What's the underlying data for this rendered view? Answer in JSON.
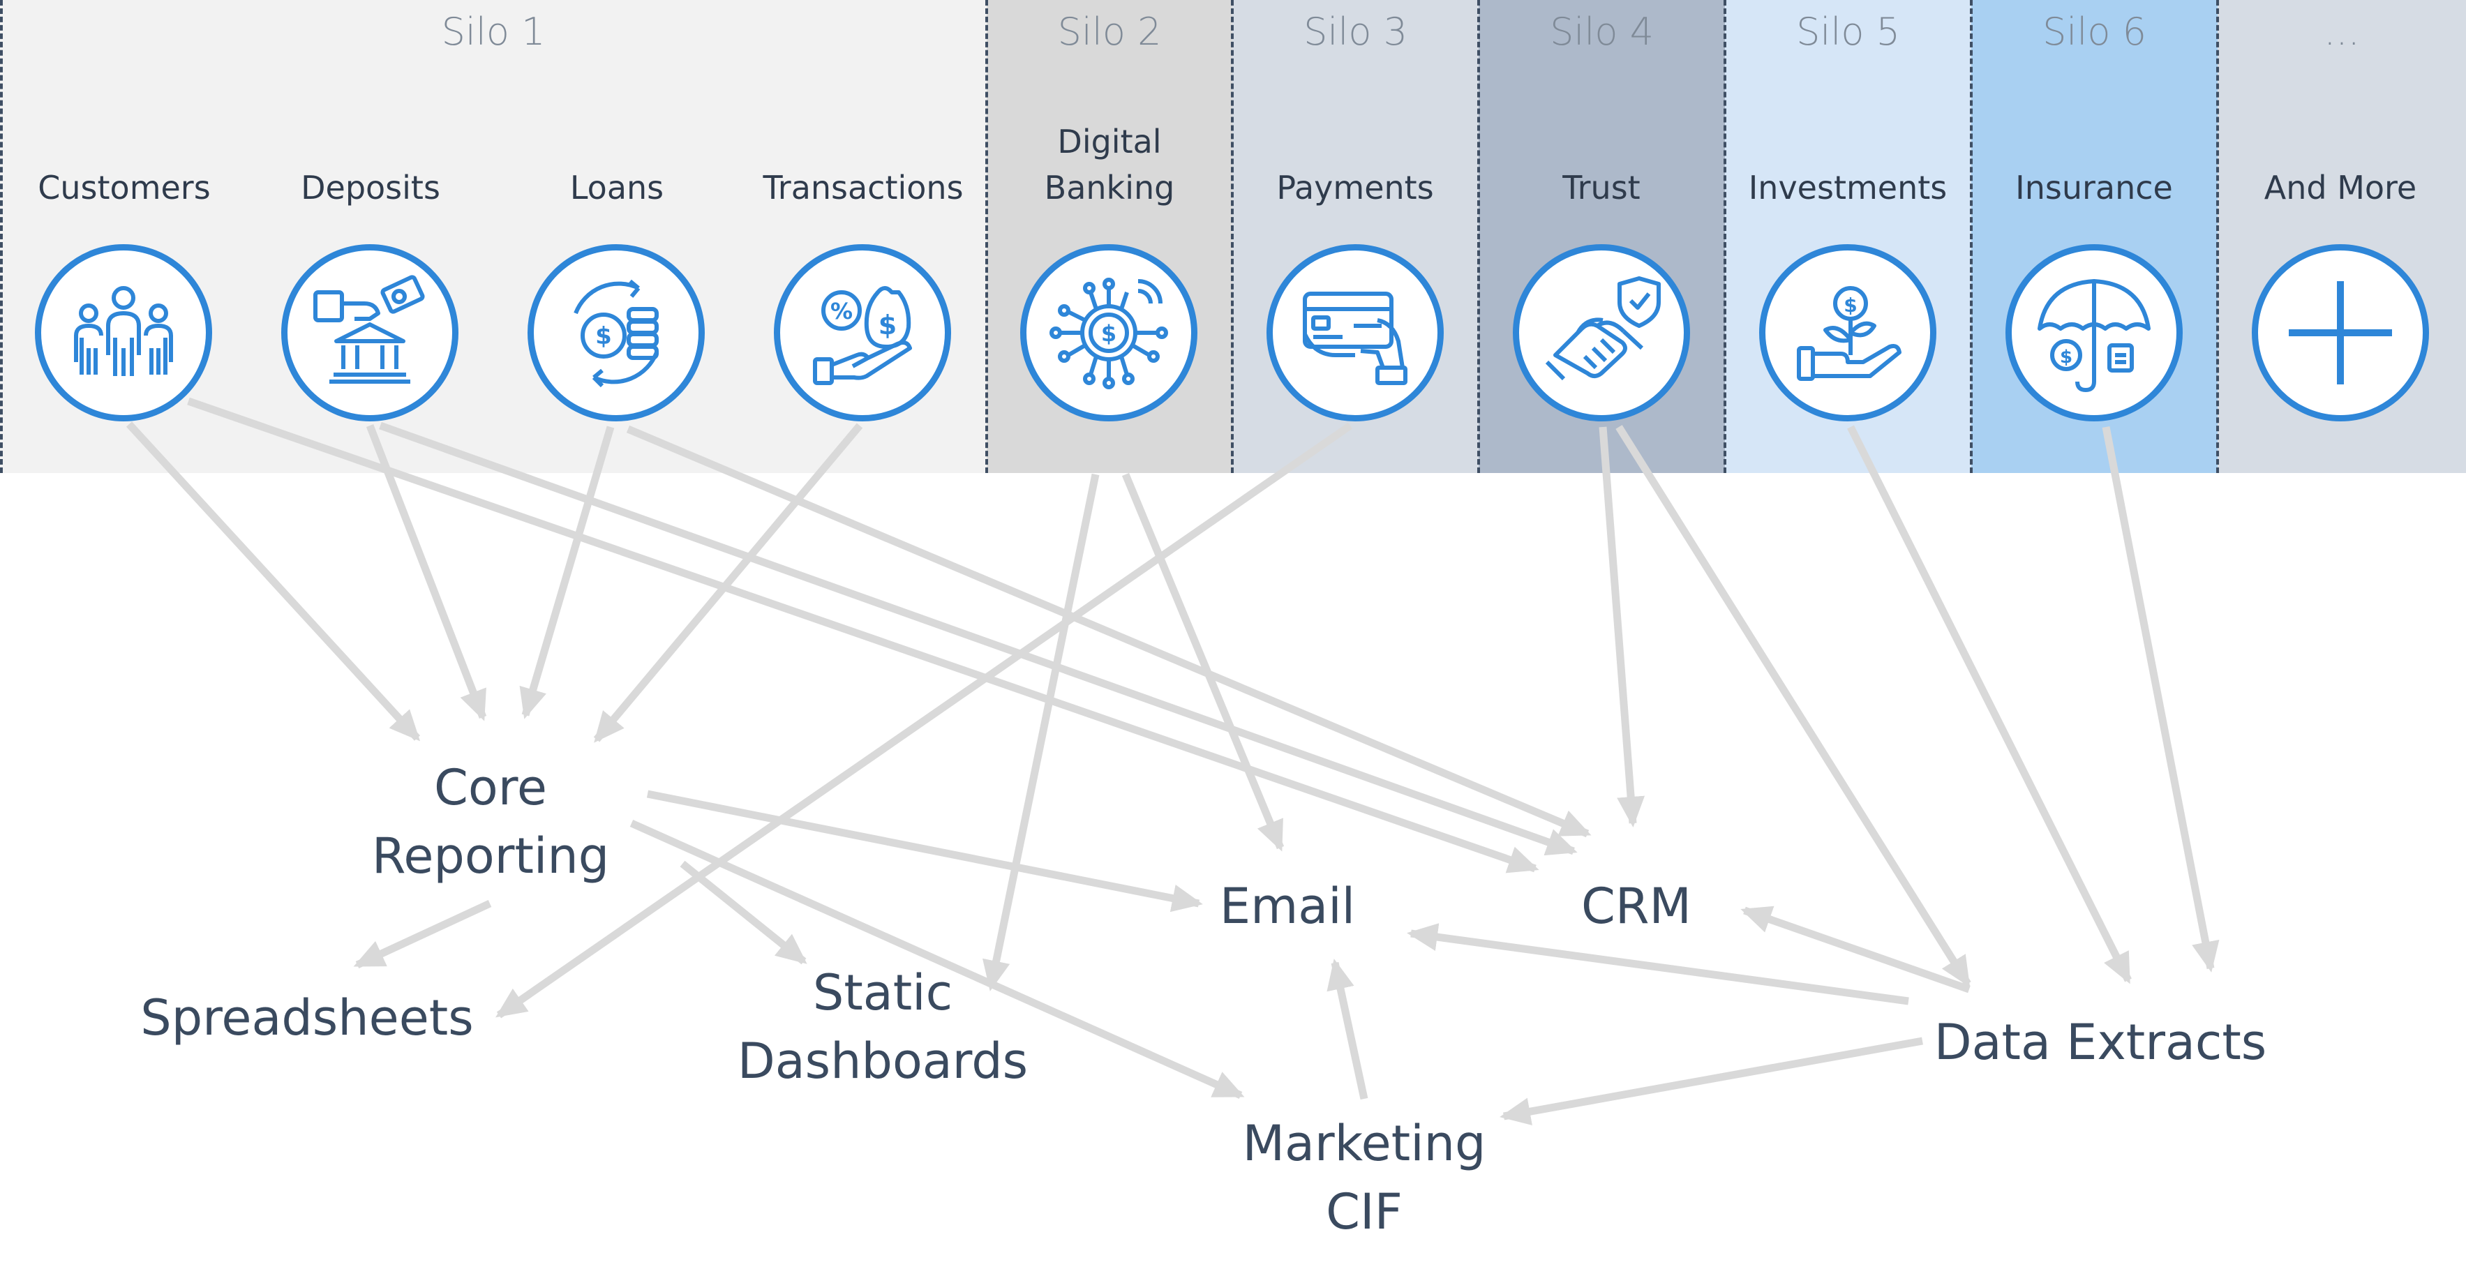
{
  "silos": [
    {
      "title": "Silo 1",
      "color": "#f2f2f2"
    },
    {
      "title": "Silo 2",
      "color": "#d9d9d9"
    },
    {
      "title": "Silo 3",
      "color": "#d6dce4"
    },
    {
      "title": "Silo 4",
      "color": "#adb9ca"
    },
    {
      "title": "Silo 5",
      "color": "#d6e6f7"
    },
    {
      "title": "Silo 6",
      "color": "#a9d0f2"
    },
    {
      "title": "...",
      "color": "#d6dce4"
    }
  ],
  "categories": [
    {
      "label": "Customers",
      "icon": "people-icon"
    },
    {
      "label": "Deposits",
      "icon": "bank-deposit-icon"
    },
    {
      "label": "Loans",
      "icon": "coins-cycle-icon"
    },
    {
      "label": "Transactions",
      "icon": "hand-money-icon"
    },
    {
      "label": "Digital\nBanking",
      "icon": "digital-dollar-icon"
    },
    {
      "label": "Payments",
      "icon": "credit-card-icon"
    },
    {
      "label": "Trust",
      "icon": "handshake-shield-icon"
    },
    {
      "label": "Investments",
      "icon": "plant-dollar-icon"
    },
    {
      "label": "Insurance",
      "icon": "umbrella-icon"
    },
    {
      "label": "And More",
      "icon": "plus-icon"
    }
  ],
  "nodes": {
    "core_reporting": "Core\nReporting",
    "spreadsheets": "Spreadsheets",
    "static_dashboards": "Static\nDashboards",
    "email": "Email",
    "crm": "CRM",
    "marketing_cif": "Marketing\nCIF",
    "data_extracts": "Data Extracts"
  },
  "colors": {
    "icon_blue": "#2e86d8",
    "arrow_gray": "#d9d9d9",
    "node_text": "#3a4a5f"
  }
}
